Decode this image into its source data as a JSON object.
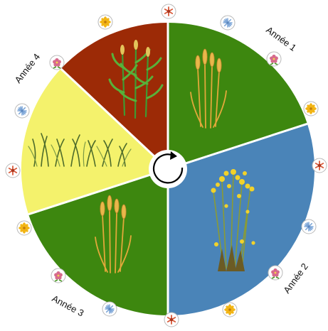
{
  "year_labels": [
    "Année 1",
    "Année 2",
    "Année 3",
    "Année 4"
  ],
  "sectors": [
    {
      "name": "sector-wheat-year-1",
      "color": "#3d870f",
      "plant": "wheat-icon"
    },
    {
      "name": "sector-rapeseed-year-2",
      "color": "#4a84b8",
      "plant": "rapeseed-icon"
    },
    {
      "name": "sector-wheat-year-3",
      "color": "#3d870f",
      "plant": "wheat-icon"
    },
    {
      "name": "sector-grass-year-4",
      "color": "#f4f26c",
      "plant": "grass-icon"
    },
    {
      "name": "sector-maize-year-4",
      "color": "#9c2a06",
      "plant": "maize-icon"
    }
  ],
  "colors": {
    "rim": "#ffffff",
    "flower_orange": "#f2b515",
    "flower_blue": "#7ea7d8",
    "flower_red": "#d85a3a",
    "flower_pink": "#d66a8c"
  },
  "center_icon": "rotate-arrow-icon"
}
